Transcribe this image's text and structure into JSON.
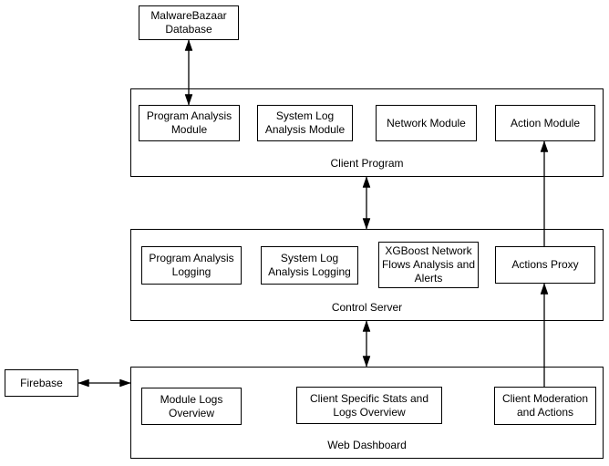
{
  "colors": {
    "background": "#ffffff",
    "line": "#000000",
    "text": "#000000",
    "node_fill": "#ffffff"
  },
  "diagram": {
    "external": {
      "malwarebazaar": {
        "label": "MalwareBazaar Database"
      },
      "firebase": {
        "label": "Firebase"
      }
    },
    "client_program": {
      "label": "Client Program",
      "modules": [
        {
          "label": "Program Analysis Module"
        },
        {
          "label": "System Log Analysis Module"
        },
        {
          "label": "Network Module"
        },
        {
          "label": "Action Module"
        }
      ]
    },
    "control_server": {
      "label": "Control Server",
      "modules": [
        {
          "label": "Program Analysis Logging"
        },
        {
          "label": "System Log Analysis Logging"
        },
        {
          "label": "XGBoost Network Flows Analysis and Alerts"
        },
        {
          "label": "Actions Proxy"
        }
      ]
    },
    "web_dashboard": {
      "label": "Web Dashboard",
      "modules": [
        {
          "label": "Module Logs Overview"
        },
        {
          "label": "Client Specific Stats and Logs Overview"
        },
        {
          "label": "Client Moderation and Actions"
        }
      ]
    },
    "connections": [
      {
        "from": "MalwareBazaar Database",
        "to": "Program Analysis Module",
        "type": "bidirectional"
      },
      {
        "from": "Client Program",
        "to": "Control Server",
        "type": "bidirectional"
      },
      {
        "from": "Control Server",
        "to": "Web Dashboard",
        "type": "bidirectional"
      },
      {
        "from": "Firebase",
        "to": "Web Dashboard",
        "type": "bidirectional"
      },
      {
        "from": "Client Moderation and Actions",
        "to": "Actions Proxy",
        "type": "directed"
      },
      {
        "from": "Actions Proxy",
        "to": "Action Module",
        "type": "directed"
      }
    ]
  }
}
